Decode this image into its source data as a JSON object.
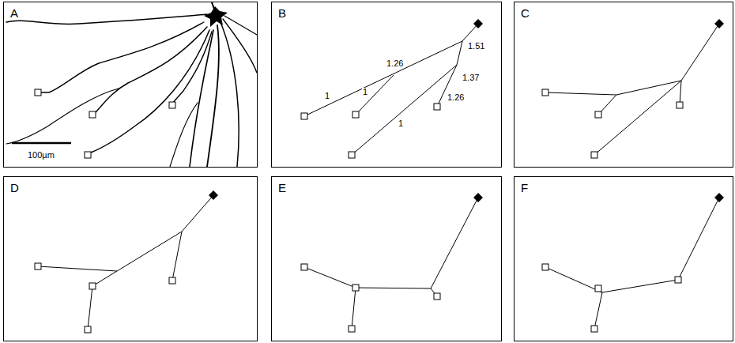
{
  "diagram": {
    "nodes": [
      {
        "text": [
          "A"
        ]
      },
      {
        "text": [
          "B"
        ]
      },
      {
        "text": [
          "C"
        ]
      },
      {
        "text": [
          "D"
        ]
      },
      {
        "text": [
          "E"
        ]
      },
      {
        "text": [
          "F"
        ]
      }
    ],
    "labels": [
      "100µm",
      "1",
      "1.26",
      "1",
      "1.51",
      "1.37",
      "1.26",
      "1"
    ]
  }
}
